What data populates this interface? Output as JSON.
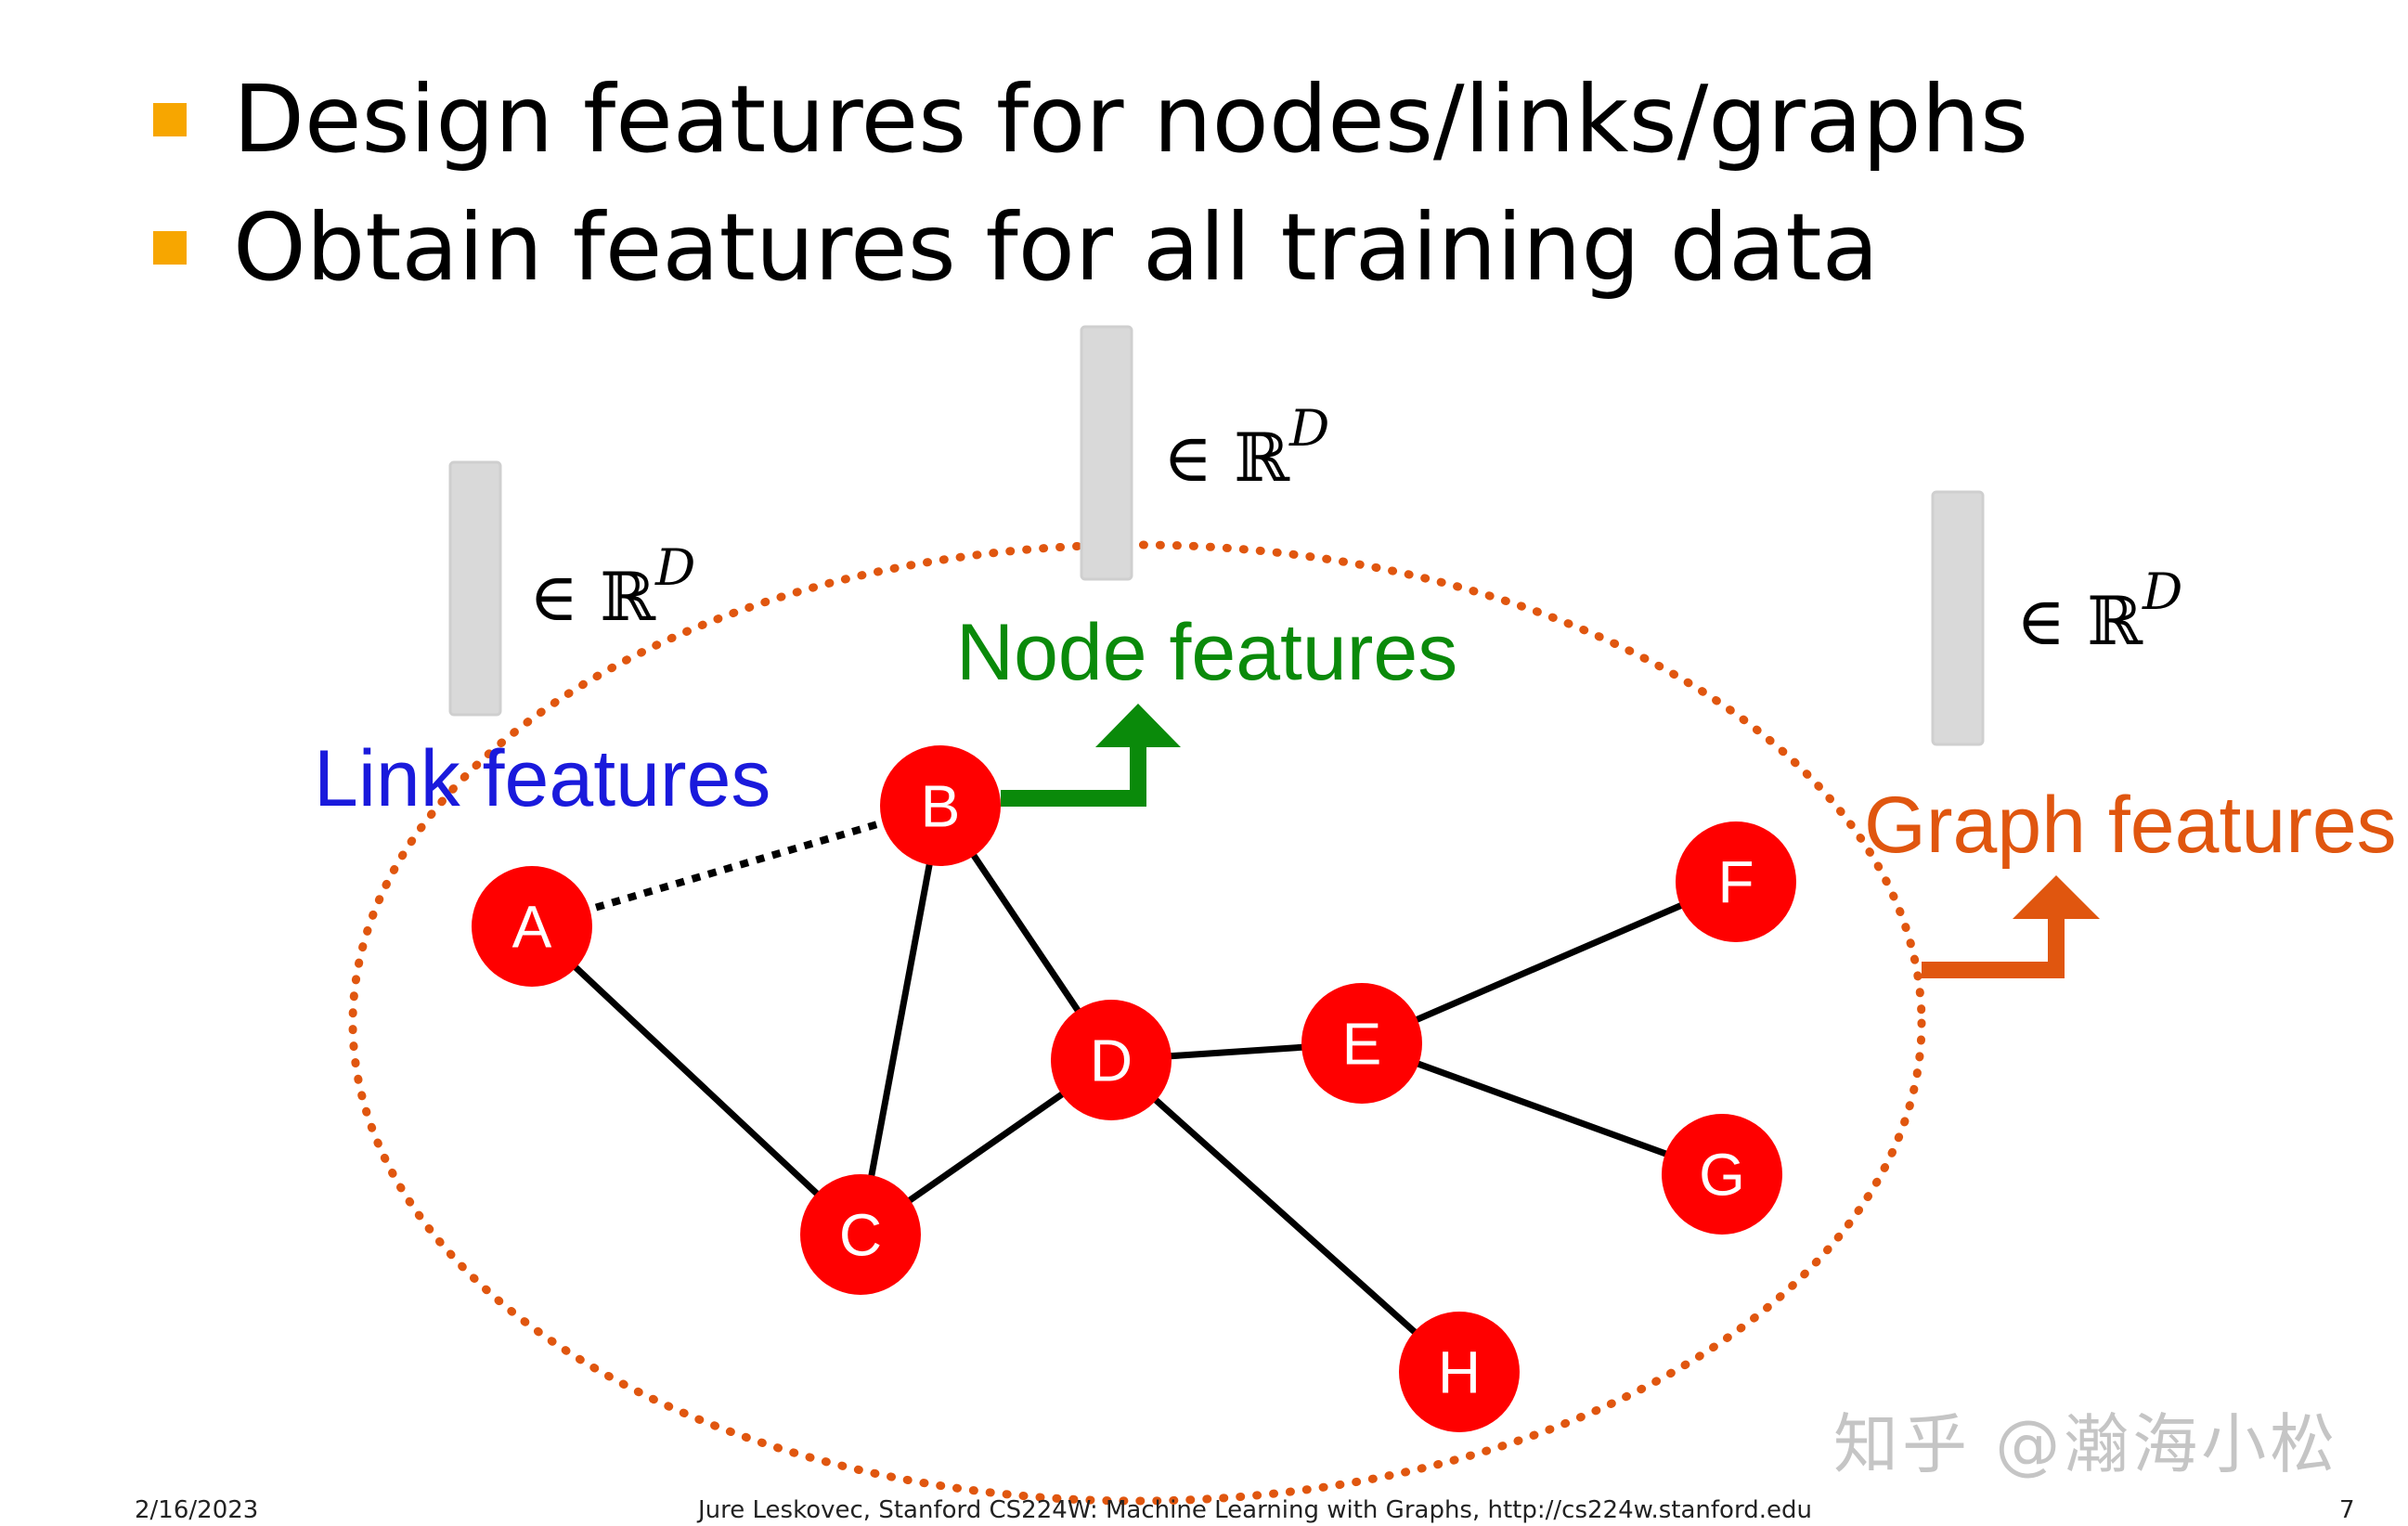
{
  "bullets": [
    {
      "text": "Design features for nodes/links/graphs"
    },
    {
      "text": "Obtain features for all training data"
    }
  ],
  "feature_vectors": {
    "symbol": "∈ ℝ",
    "superscript": "D"
  },
  "labels": {
    "link": "Link features",
    "node": "Node features",
    "graph": "Graph features"
  },
  "colors": {
    "bullet": "#f7a600",
    "node_fill": "#ff0000",
    "link_label": "#1a1adc",
    "node_label": "#0a8a0a",
    "graph_label": "#e0560f",
    "vector_bar": "#d9d9d9"
  },
  "graph": {
    "nodes": [
      "A",
      "B",
      "C",
      "D",
      "E",
      "F",
      "G",
      "H"
    ],
    "edges": [
      [
        "A",
        "C"
      ],
      [
        "B",
        "C"
      ],
      [
        "B",
        "D"
      ],
      [
        "C",
        "D"
      ],
      [
        "D",
        "E"
      ],
      [
        "E",
        "F"
      ],
      [
        "E",
        "G"
      ],
      [
        "D",
        "H"
      ]
    ],
    "dotted_edges": [
      [
        "A",
        "B"
      ]
    ]
  },
  "footer": {
    "date": "2/16/2023",
    "credit": "Jure Leskovec, Stanford CS224W: Machine Learning with Graphs, http://cs224w.stanford.edu",
    "page": "7"
  },
  "watermark": "知乎 @瀚海小松"
}
